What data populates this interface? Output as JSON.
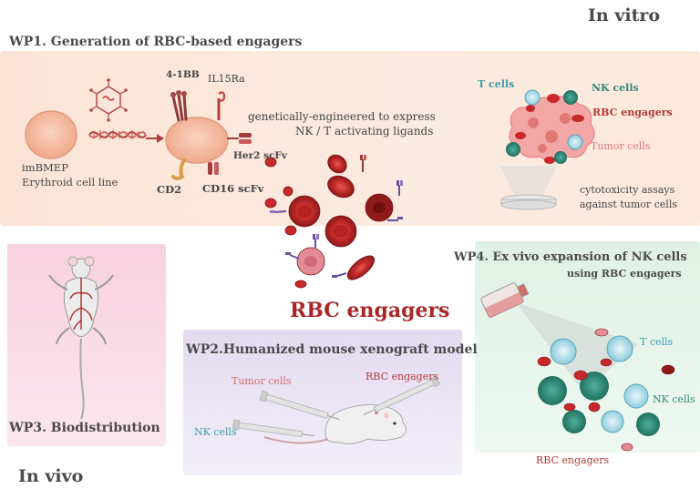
{
  "headers": {
    "in_vitro": "In vitro",
    "in_vivo": "In vivo",
    "wp1": "WP1. Generation of RBC-based engagers",
    "wp2": "WP2.Humanized mouse xenograft model",
    "wp3": "WP3. Biodistribution",
    "wp4_line1": "WP4. Ex vivo expansion of NK cells",
    "wp4_line2": "using RBC engagers",
    "center": "RBC engagers"
  },
  "wp1": {
    "cell_line_1": "imBMEP",
    "cell_line_2": "Erythroid cell line",
    "ligand_41bb": "4-1BB",
    "ligand_il15ra": "IL15Ra",
    "ligand_her2": "Her2 scFv",
    "ligand_cd2": "CD2",
    "ligand_cd16": "CD16 scFv",
    "engineering_1": "genetically-engineered  to express",
    "engineering_2": "NK / T activating ligands",
    "assay_tcells": "T cells",
    "assay_nkcells": "NK cells",
    "assay_rbc": "RBC engagers",
    "assay_tumor": "Tumor cells",
    "assay_1": "cytotoxicity assays",
    "assay_2": "against tumor cells"
  },
  "wp2": {
    "tumor_cells": "Tumor cells",
    "rbc_engagers": "RBC engagers",
    "nk_cells": "NK cells"
  },
  "wp4": {
    "t_cells": "T cells",
    "nk_cells": "NK cells",
    "rbc_engagers": "RBC engagers"
  },
  "colors": {
    "rbc": "#c9282a",
    "tcell": "#7fc7d8",
    "nkcell": "#2f8a79",
    "label_teal": "#3d9aa8",
    "label_red": "#b33a3a",
    "label_pink": "#e0787a"
  }
}
